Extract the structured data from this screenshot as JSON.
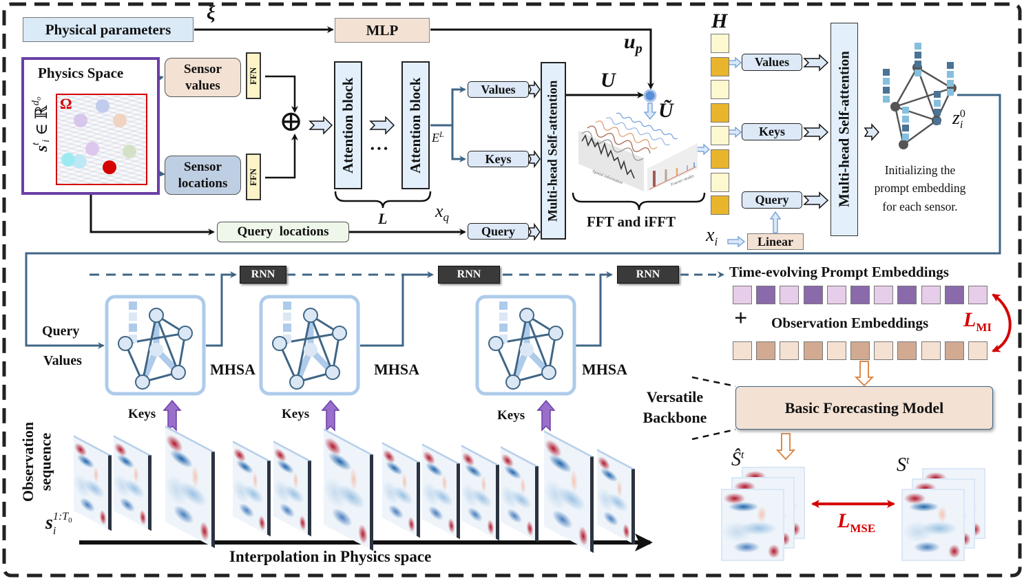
{
  "diagram": {
    "top": {
      "physical_parameters": "Physical parameters",
      "xi_symbol": "ξ",
      "mlp": "MLP",
      "u_p": "u",
      "u_p_sub": "p",
      "physics_space_title": "Physics Space",
      "omega_symbol": "Ω",
      "state_symbol": "s",
      "state_super": "t",
      "state_sub": "i",
      "state_in": " ∈ ℝ",
      "state_dim": "d",
      "state_dim_sub": "o",
      "sensor_values": [
        "Sensor",
        "values"
      ],
      "sensor_locations": [
        "Sensor",
        "locations"
      ],
      "ffn": "FFN",
      "plus_symbol": "⊕",
      "attention_block": "Attention block",
      "ellipsis": "• • •",
      "brace_L": "L",
      "E_L": "E",
      "E_L_sup": "L",
      "query_locations": "Query  locations",
      "x_q": "x",
      "x_q_sub": "q",
      "values": "Values",
      "keys": "Keys",
      "query": "Query",
      "mhsa_long": "Multi-head Self-attention",
      "U": "U",
      "U_tilde": "Ũ",
      "fft_label": "FFT and iFFT",
      "fft_spatial_caption": "Spatial information",
      "fft_fourier_caption": "Fourier modes",
      "H": "H",
      "x_i": "x",
      "x_i_sub": "i",
      "linear": "Linear",
      "z_symbol": "z",
      "z_sup": "0",
      "z_sub": "i",
      "init_caption": [
        "Initializing the",
        "prompt embedding",
        "for each sensor."
      ]
    },
    "h_cells": [
      "light",
      "dark",
      "light",
      "dark",
      "light",
      "dark",
      "light",
      "dark"
    ],
    "bottom": {
      "rnn": "RNN",
      "query": "Query",
      "values": "Values",
      "mhsa": "MHSA",
      "keys": "Keys",
      "obs_sequence": [
        "Observation",
        "sequence"
      ],
      "s_symbol": "s",
      "s_sup": "1:T",
      "s_sup_sub": "0",
      "s_sub": "i",
      "interp_label": "Interpolation in Physics space",
      "prompt_emb_title": "Time-evolving Prompt Embeddings",
      "plus": "+",
      "obs_emb_title": "Observation Embeddings",
      "L_MI": "L",
      "L_MI_sub": "MI",
      "versatile": [
        "Versatile",
        "Backbone"
      ],
      "forecast_model": "Basic Forecasting Model",
      "S_hat": "Ŝ",
      "S_hat_sup": "t",
      "S": "S",
      "S_sup": "t",
      "L_MSE": "L",
      "L_MSE_sub": "MSE"
    },
    "prompt_cells": [
      "light",
      "dark",
      "light",
      "dark",
      "light",
      "dark",
      "light",
      "dark",
      "light",
      "dark",
      "light"
    ],
    "obs_cells": [
      "light",
      "dark",
      "light",
      "dark",
      "light",
      "dark",
      "light",
      "dark",
      "light",
      "dark",
      "light"
    ],
    "colors": {
      "frame": "#222222",
      "steel_blue": "#3f6585",
      "light_blue_box": "#dde9f7",
      "pale_blue_box": "#e3f0fb",
      "peach_box": "#f3e1d3",
      "ffn_yellow": "#fdf3c7",
      "h_light": "#fdf8cf",
      "h_dark": "#e9b52c",
      "prompt_light": "#e6cde9",
      "prompt_dark": "#8a6aaa",
      "obs_light": "#f5e1d2",
      "obs_dark": "#d2aa91",
      "loss_red": "#d40000",
      "purple_frame": "#6a3fa6",
      "rnn_dark": "#3a3a3a",
      "keys_arrow": "#9a6fcb"
    }
  }
}
